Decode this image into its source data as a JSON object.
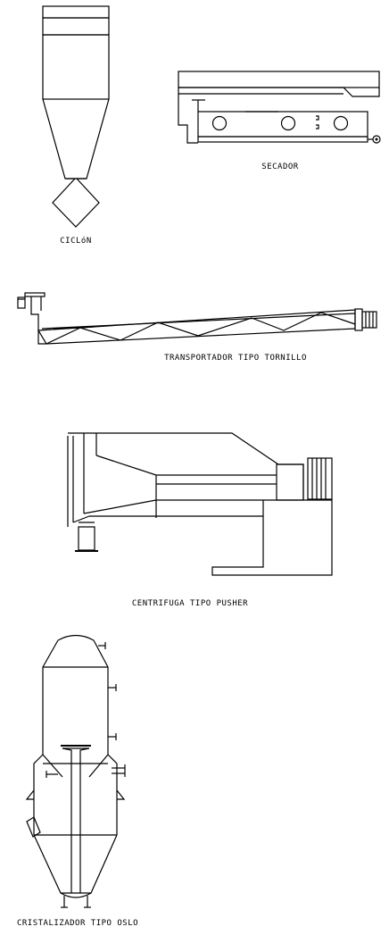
{
  "labels": {
    "ciclon": "CICLóN",
    "secador": "SECADOR",
    "transportador": "TRANSPORTADOR TIPO TORNILLO",
    "centrifuga": "CENTRIFUGA TIPO PUSHER",
    "cristalizador": "CRISTALIZADOR TIPO OSLO"
  }
}
